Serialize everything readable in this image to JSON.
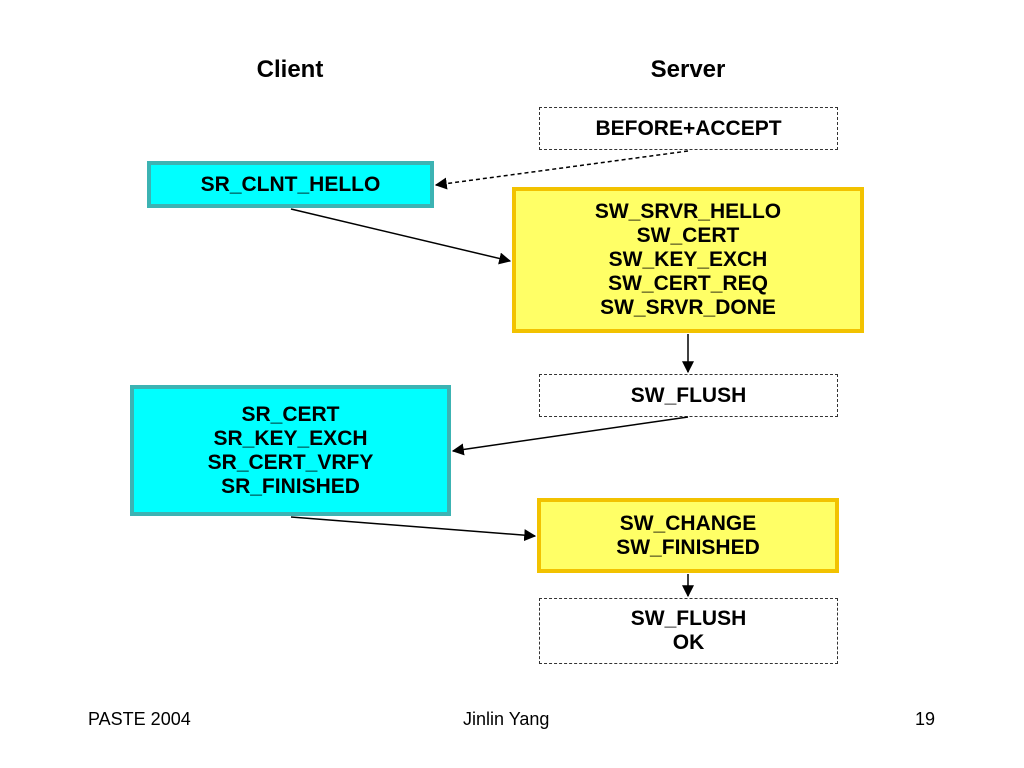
{
  "diagram": {
    "client_title": "Client",
    "server_title": "Server",
    "server_before_accept": [
      "BEFORE+ACCEPT"
    ],
    "client_hello": [
      "SR_CLNT_HELLO"
    ],
    "server_hello_group": [
      "SW_SRVR_HELLO",
      "SW_CERT",
      "SW_KEY_EXCH",
      "SW_CERT_REQ",
      "SW_SRVR_DONE"
    ],
    "server_flush_1": [
      "SW_FLUSH"
    ],
    "client_cert_group": [
      "SR_CERT",
      "SR_KEY_EXCH",
      "SR_CERT_VRFY",
      "SR_FINISHED"
    ],
    "server_change_group": [
      "SW_CHANGE",
      "SW_FINISHED"
    ],
    "server_flush_ok": [
      "SW_FLUSH",
      "OK"
    ],
    "colors": {
      "client_fill": "#00ffff",
      "client_border": "#3cb3b3",
      "server_fill": "#ffff66",
      "server_border": "#f2c200",
      "dashed_border": "#333333"
    }
  },
  "footer": {
    "left": "PASTE 2004",
    "center": "Jinlin Yang",
    "right": "19"
  }
}
